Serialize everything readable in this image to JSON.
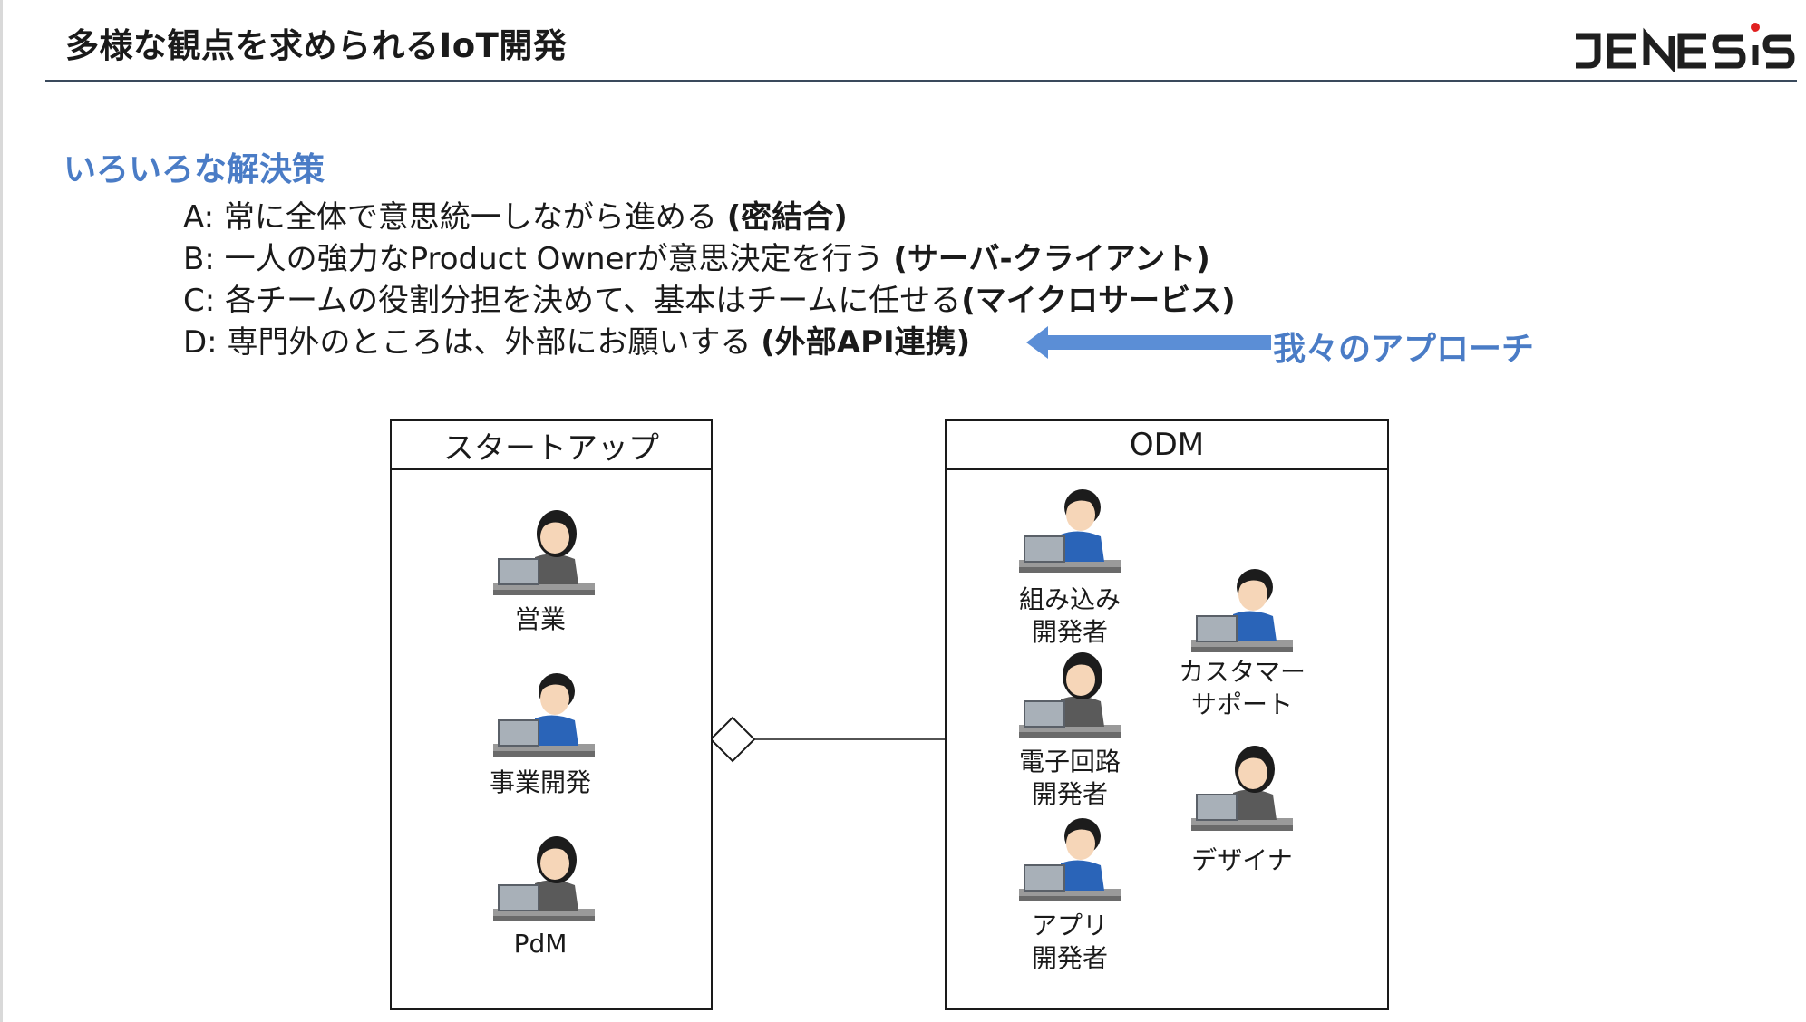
{
  "header": {
    "title": "多様な観点を求められるIoT開発",
    "logo_text": "JENESIS"
  },
  "section_title": "いろいろな解決策",
  "options": [
    {
      "prefix": "A: 常に全体で意思統一しながら進める ",
      "bold": "(密結合)"
    },
    {
      "prefix": "B: 一人の強力なProduct Ownerが意思決定を行う  ",
      "bold": "(サーバ-クライアント)"
    },
    {
      "prefix": "C: 各チームの役割分担を決めて、基本はチームに任せる",
      "bold": "(マイクロサービス)"
    },
    {
      "prefix": "D: 専門外のところは、外部にお願いする ",
      "bold": "(外部API連携)"
    }
  ],
  "approach_label": "我々のアプローチ",
  "startup": {
    "title": "スタートアップ",
    "members": [
      "営業",
      "事業開発",
      "PdM"
    ]
  },
  "odm": {
    "title": "ODM",
    "members": [
      "組み込み\n開発者",
      "電子回路\n開発者",
      "アプリ\n開発者",
      "カスタマー\nサポート",
      "デザイナ"
    ]
  },
  "colors": {
    "accent": "#4a7cc6",
    "arrow": "#5b8ed6",
    "logo_red": "#e02020",
    "rule": "#3a4a5c"
  }
}
